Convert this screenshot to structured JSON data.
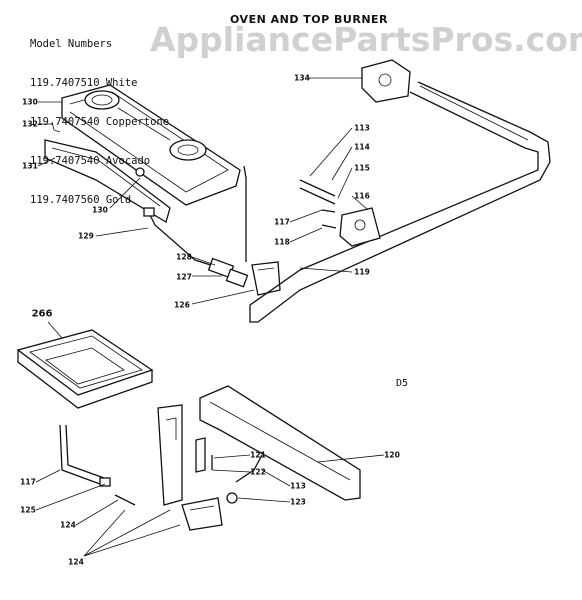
{
  "header": {
    "model_lines": [
      "Model Numbers",
      "119.7407510 White",
      "119.7407540 Coppertone",
      "119.7407540 Avocado",
      "119.7407560 Gold"
    ],
    "title": "OVEN AND TOP BURNER",
    "watermark": "AppliancePartsPros.com",
    "diagram_code": "D5"
  },
  "callouts": [
    {
      "id": "c134",
      "text": "134"
    },
    {
      "id": "c130a",
      "text": "130"
    },
    {
      "id": "c132",
      "text": "132"
    },
    {
      "id": "c131",
      "text": "131"
    },
    {
      "id": "c130b",
      "text": "130"
    },
    {
      "id": "c129",
      "text": "129"
    },
    {
      "id": "c128",
      "text": "128"
    },
    {
      "id": "c127",
      "text": "127"
    },
    {
      "id": "c126",
      "text": "126"
    },
    {
      "id": "c113a",
      "text": "113"
    },
    {
      "id": "c114",
      "text": "114"
    },
    {
      "id": "c115",
      "text": "115"
    },
    {
      "id": "c116",
      "text": "116"
    },
    {
      "id": "c117a",
      "text": "117"
    },
    {
      "id": "c118",
      "text": "118"
    },
    {
      "id": "c119",
      "text": "119"
    },
    {
      "id": "c266",
      "text": "266"
    },
    {
      "id": "c117b",
      "text": "117"
    },
    {
      "id": "c125",
      "text": "125"
    },
    {
      "id": "c124a",
      "text": "124"
    },
    {
      "id": "c124b",
      "text": "124"
    },
    {
      "id": "c121",
      "text": "121"
    },
    {
      "id": "c122",
      "text": "122"
    },
    {
      "id": "c113b",
      "text": "113"
    },
    {
      "id": "c123",
      "text": "123"
    },
    {
      "id": "c120",
      "text": "120"
    }
  ]
}
